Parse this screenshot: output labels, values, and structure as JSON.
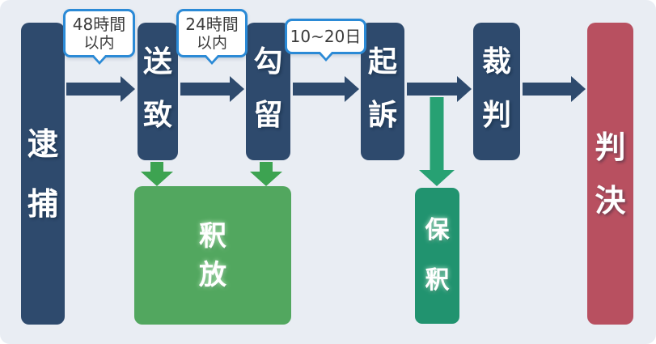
{
  "diagram": {
    "type": "flowchart",
    "subject": "Japanese criminal procedure flow",
    "stages": [
      {
        "label": "逮捕"
      },
      {
        "label": "送致"
      },
      {
        "label": "勾留"
      },
      {
        "label": "起訴"
      },
      {
        "label": "裁判"
      },
      {
        "label": "判決"
      }
    ],
    "branches": [
      {
        "label": "釈放"
      },
      {
        "label": "保釈"
      }
    ],
    "bubbles": [
      {
        "line1": "48時間",
        "line2": "以内"
      },
      {
        "line1": "24時間",
        "line2": "以内"
      },
      {
        "line1": "10~20日",
        "line2": ""
      }
    ],
    "colors": {
      "panel_bg": "#e9edf3",
      "main_stage_bar": "#2e4a6d",
      "verdict_bar": "#b85060",
      "release_box": "#52a75f",
      "bail_box": "#21936f",
      "flow_arrow": "#2e4a6d",
      "release_arrow": "#3da351",
      "bail_arrow": "#27a173",
      "bubble_border": "#2b8ad6",
      "bubble_text": "#3b3b3b"
    }
  }
}
